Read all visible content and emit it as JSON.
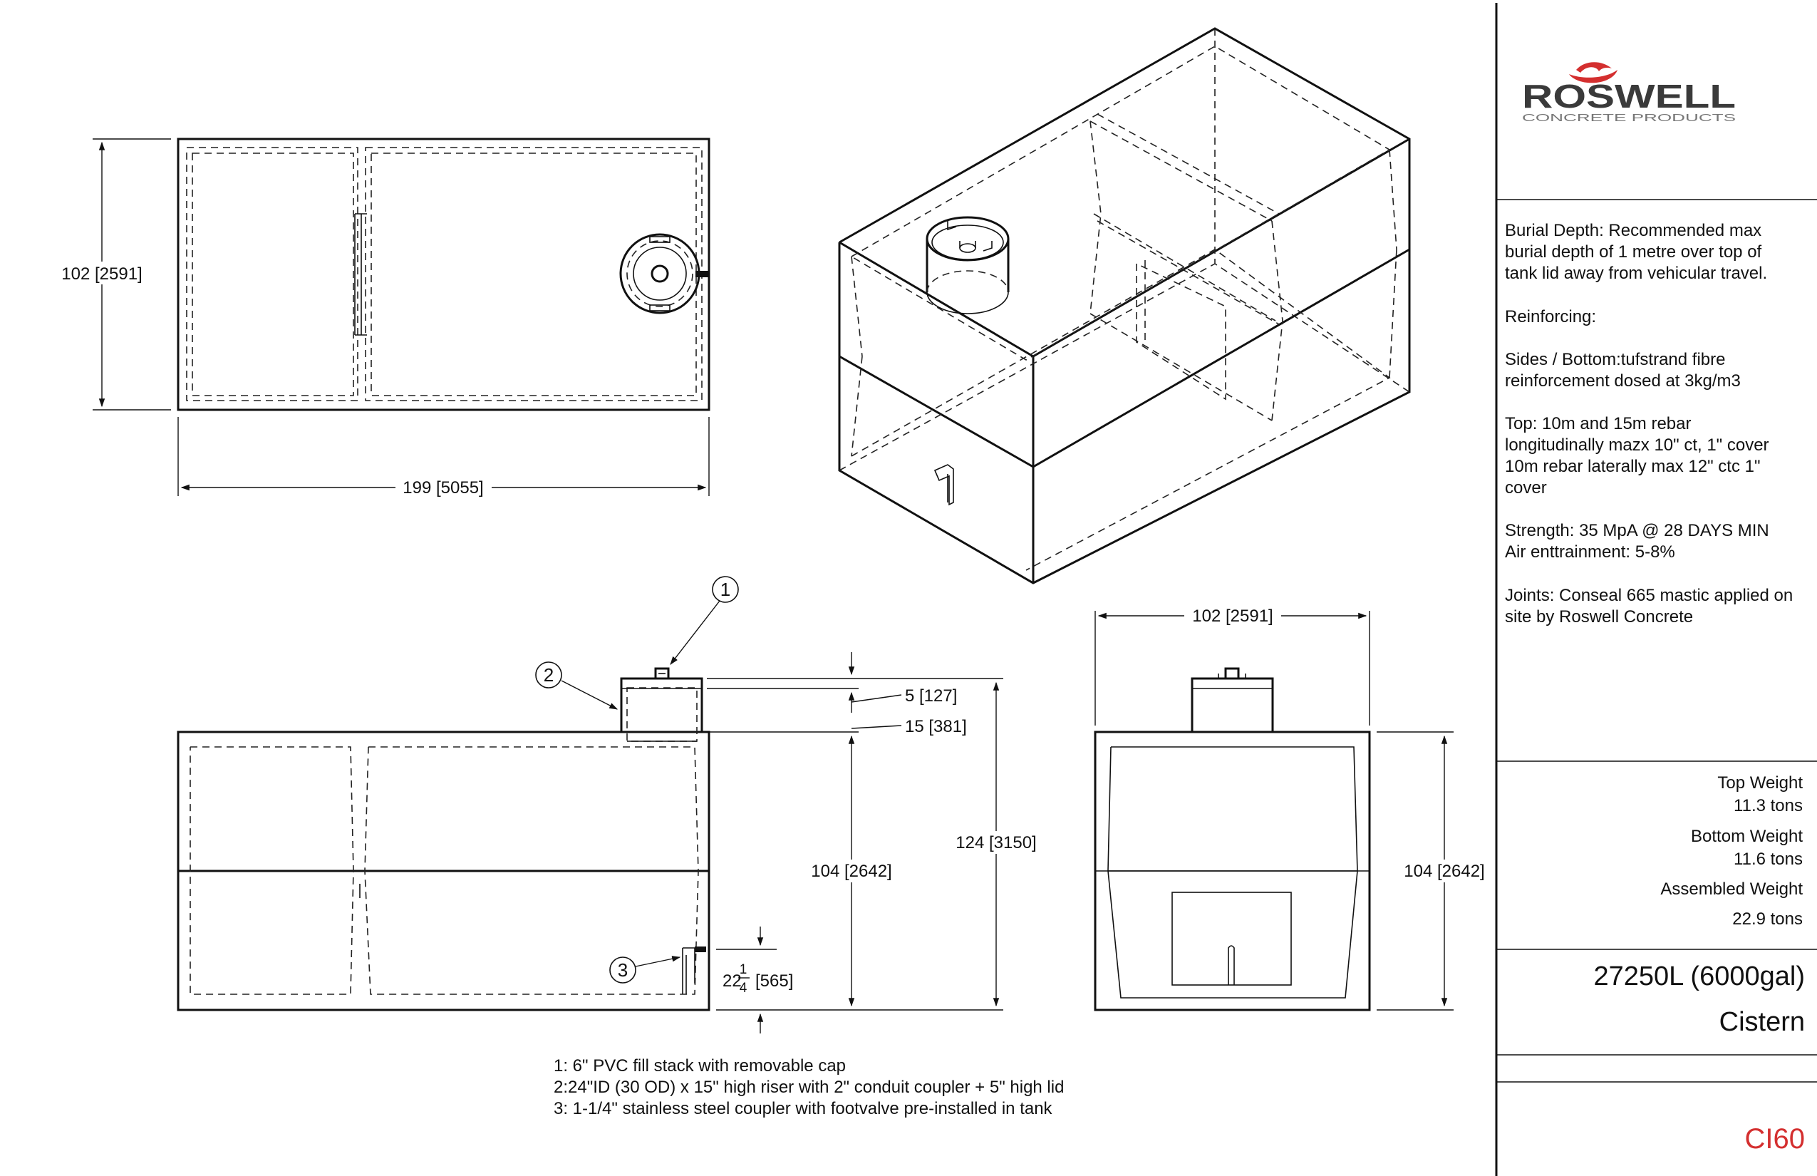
{
  "brand": {
    "name": "ROSWELL",
    "tagline": "CONCRETE PRODUCTS",
    "accent_color": "#d42f2f",
    "logo_icon": "cowboy-hat-icon"
  },
  "notes": {
    "burial_l1": "Burial Depth: Recommended max",
    "burial_l2": "burial depth of 1 metre over top of",
    "burial_l3": "tank lid away from vehicular travel.",
    "reinforcing": "Reinforcing:",
    "sides_l1": "Sides / Bottom:tufstrand fibre",
    "sides_l2": "reinforcement dosed at 3kg/m3",
    "top_l1": "Top: 10m and 15m rebar",
    "top_l2": "longitudinally mazx 10\" ct, 1\" cover",
    "top_l3": "10m rebar laterally max 12\" ctc 1\"",
    "top_l4": "cover",
    "strength_l1": "Strength: 35 MpA @ 28 DAYS MIN",
    "strength_l2": "Air enttrainment: 5-8%",
    "joints_l1": "Joints: Conseal 665 mastic applied on",
    "joints_l2": "site by Roswell Concrete"
  },
  "weights": {
    "top_label": "Top Weight",
    "top_value": "11.3 tons",
    "bottom_label": "Bottom Weight",
    "bottom_value": "11.6 tons",
    "assembled_label": "Assembled Weight",
    "assembled_value": "22.9 tons"
  },
  "product": {
    "capacity": "27250L (6000gal)",
    "type": "Cistern",
    "code": "CI60",
    "code_color": "#d42f2f"
  },
  "dimensions": {
    "plan_width": "102 [2591]",
    "plan_length": "199 [5055]",
    "lid": "5 [127]",
    "riser": "15 [381]",
    "body_height": "104 [2642]",
    "total_height": "124 [3150]",
    "coupler_height_whole": "22",
    "coupler_height_num": "1",
    "coupler_height_den": "4",
    "coupler_height_metric": "[565]",
    "end_width": "102 [2591]",
    "end_height": "104 [2642]"
  },
  "callouts": {
    "c1": "1",
    "c2": "2",
    "c3": "3"
  },
  "legend": {
    "item1": "1: 6\" PVC fill stack with removable cap",
    "item2": "2:24\"ID (30 OD) x 15\" high riser with 2\" conduit coupler + 5\" high lid",
    "item3": "3: 1-1/4\" stainless steel coupler with footvalve pre-installed in tank"
  }
}
